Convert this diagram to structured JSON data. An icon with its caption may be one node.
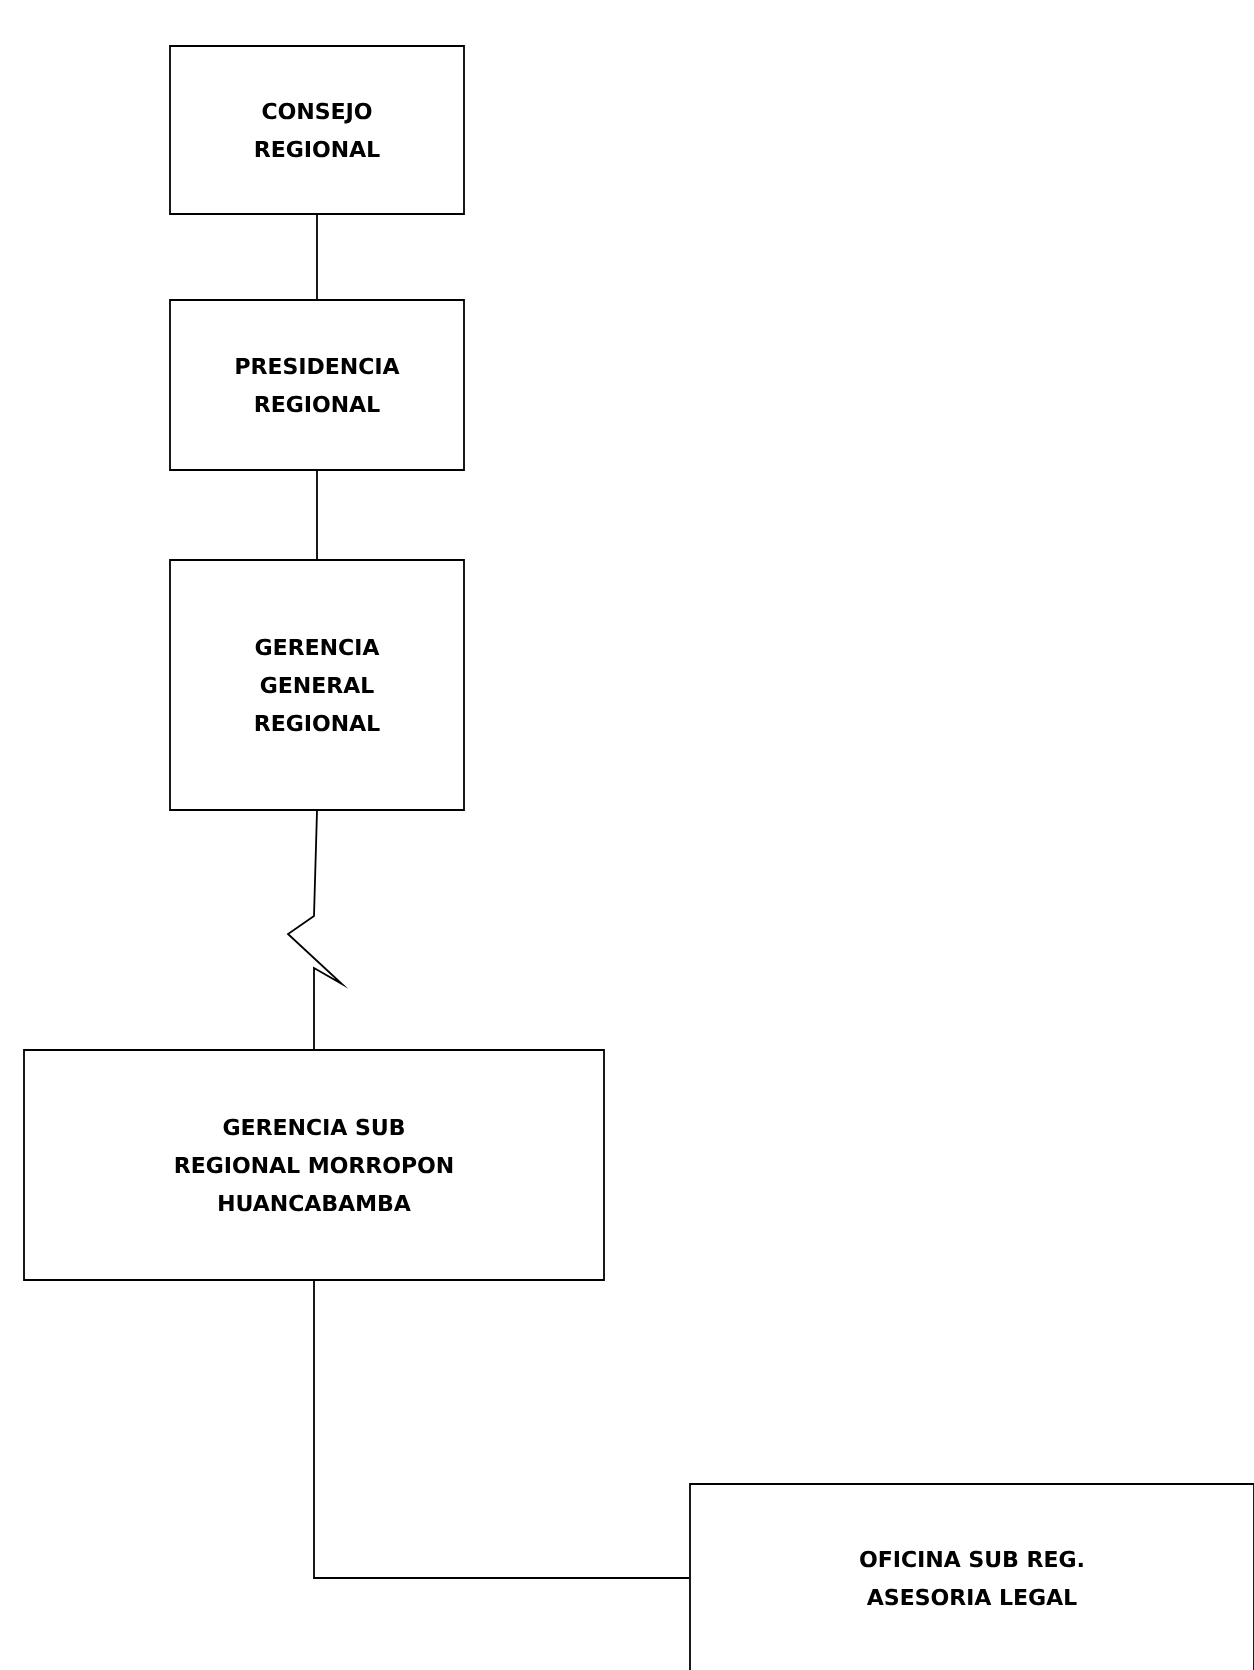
{
  "diagram": {
    "nodes": [
      {
        "text": [
          "CONSEJO REGIONAL"
        ]
      },
      {
        "text": [
          "PRESIDENCIA REGIONAL"
        ]
      },
      {
        "text": [
          "GERENCIA GENERAL REGIONAL"
        ]
      },
      {
        "text": [
          "GERENCIA SUB REGIONAL MORROPON HUANCABAMBA"
        ]
      },
      {
        "text": [
          "OFICINA SUB REG. ASESORIA LEGAL"
        ]
      }
    ],
    "edges": [
      {
        "from": 0,
        "to": 1,
        "arrow": "none"
      },
      {
        "from": 1,
        "to": 2,
        "arrow": "none"
      },
      {
        "from": 2,
        "to": 3,
        "arrow": "none"
      },
      {
        "from": 3,
        "to": 4,
        "arrow": "none"
      }
    ]
  }
}
